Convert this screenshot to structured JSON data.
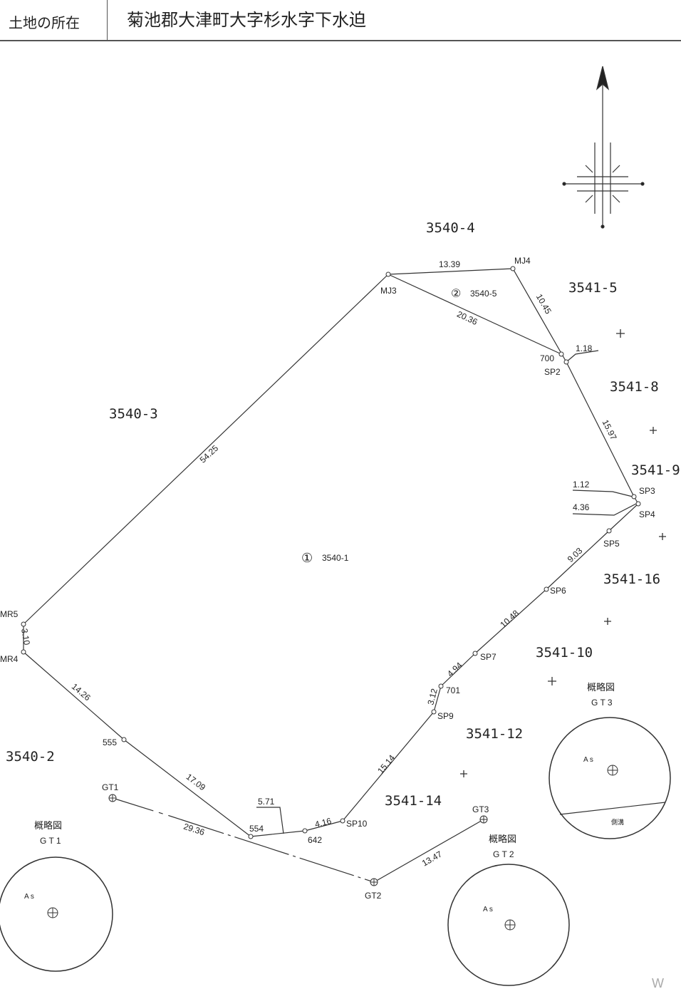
{
  "header": {
    "label": "土地の所在",
    "value": "菊池郡大津町大字杉水字下水迫"
  },
  "lots": {
    "lot_3540_4": "3540-4",
    "lot_3541_5": "3541-5",
    "lot_3541_8": "3541-8",
    "lot_3540_3": "3540-3",
    "lot_3541_9": "3541-9",
    "lot_3541_16": "3541-16",
    "lot_3541_10": "3541-10",
    "lot_3541_12": "3541-12",
    "lot_3540_2": "3540-2",
    "lot_3541_14": "3541-14"
  },
  "parcels": {
    "p1_mark": "①",
    "p1_label": "3540-1",
    "p2_mark": "②",
    "p2_label": "3540-5"
  },
  "points": {
    "mj3": "MJ3",
    "mj4": "MJ4",
    "p700": "700",
    "sp2": "SP2",
    "sp3": "SP3",
    "sp4": "SP4",
    "sp5": "SP5",
    "sp6": "SP6",
    "sp7": "SP7",
    "p701": "701",
    "sp9": "SP9",
    "sp10": "SP10",
    "p642": "642",
    "p554": "554",
    "p555": "555",
    "mr4": "MR4",
    "mr5": "MR5",
    "gt1": "GT1",
    "gt2": "GT2",
    "gt3": "GT3"
  },
  "distances": {
    "d_mj3_mj4": "13.39",
    "d_mj4_sp2": "10.45",
    "d_mj3_sp2": "20.36",
    "d_1_18": "1.18",
    "d_sp2_sp3": "15.97",
    "d_1_12": "1.12",
    "d_4_36": "4.36",
    "d_sp5_sp6": "9.03",
    "d_sp6_sp7": "10.48",
    "d_sp7_701": "4.94",
    "d_701_sp9": "3.12",
    "d_sp9_sp10": "15.14",
    "d_642_sp10": "4.16",
    "d_5_71": "5.71",
    "d_mj3_mr5": "54.25",
    "d_mr5_mr4": "3.10",
    "d_mr4_555": "14.26",
    "d_555_554": "17.09",
    "d_gt1_gt2": "29.36",
    "d_gt2_gt3": "13.47"
  },
  "sketches": {
    "gt1_title": "概略図",
    "gt1_sub": "G T 1",
    "gt2_title": "概略図",
    "gt2_sub": "G T 2",
    "gt3_title": "概略図",
    "gt3_sub": "G T 3",
    "as_label": "A s",
    "gt3_side_label": "側溝"
  },
  "corner_fragment": "W",
  "colors": {
    "ink": "#222222",
    "background": "#ffffff"
  },
  "icons": {
    "north": "north-arrow-icon",
    "station": "crosshair-circle-icon"
  }
}
